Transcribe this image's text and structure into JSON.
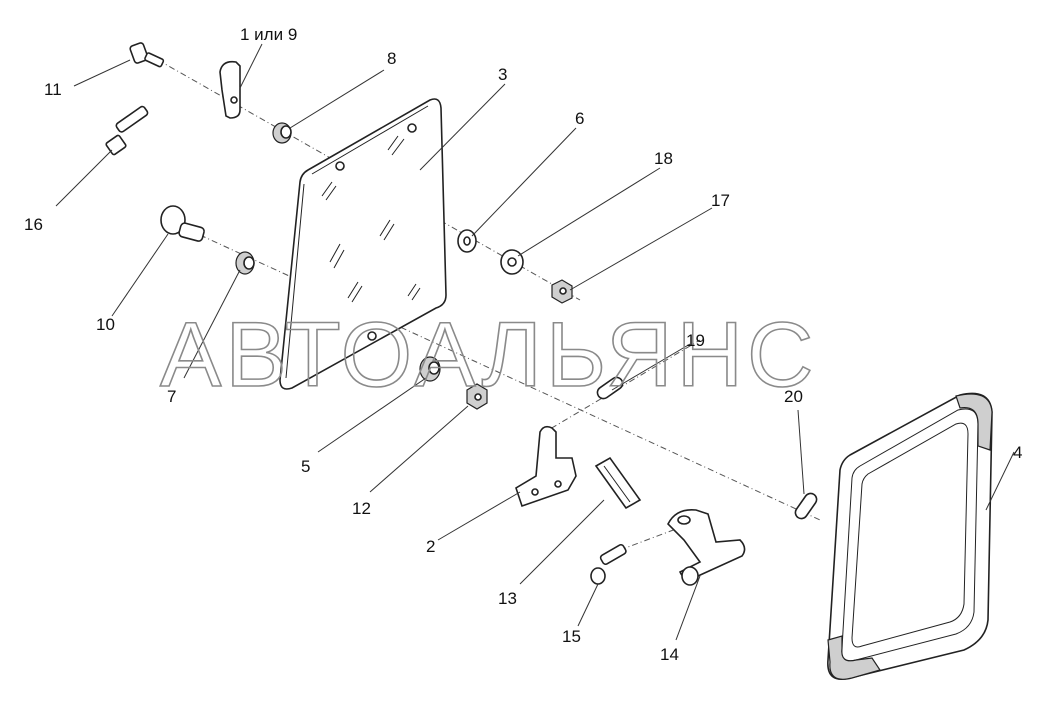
{
  "watermark": "АВТОАЛЬЯНС",
  "callouts": [
    {
      "id": "c11",
      "text": "11"
    },
    {
      "id": "c1or9",
      "text": "1 или 9"
    },
    {
      "id": "c8",
      "text": "8"
    },
    {
      "id": "c3",
      "text": "3"
    },
    {
      "id": "c6",
      "text": "6"
    },
    {
      "id": "c18",
      "text": "18"
    },
    {
      "id": "c17",
      "text": "17"
    },
    {
      "id": "c16",
      "text": "16"
    },
    {
      "id": "c10",
      "text": "10"
    },
    {
      "id": "c7",
      "text": "7"
    },
    {
      "id": "c19",
      "text": "19"
    },
    {
      "id": "c20",
      "text": "20"
    },
    {
      "id": "c4",
      "text": "4"
    },
    {
      "id": "c5",
      "text": "5"
    },
    {
      "id": "c12",
      "text": "12"
    },
    {
      "id": "c2",
      "text": "2"
    },
    {
      "id": "c13",
      "text": "13"
    },
    {
      "id": "c15",
      "text": "15"
    },
    {
      "id": "c14",
      "text": "14"
    }
  ]
}
